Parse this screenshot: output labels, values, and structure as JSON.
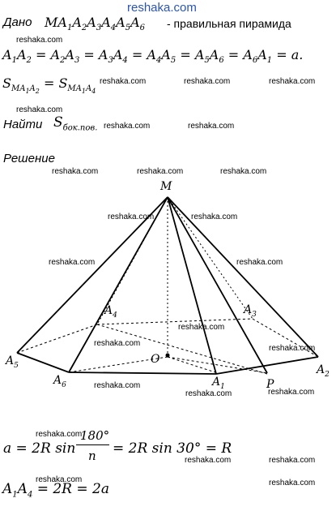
{
  "site": {
    "brand": "reshaka.com",
    "watermark": "reshaka.com"
  },
  "given": {
    "label": "Дано",
    "figure_sym": "MA",
    "figure_text": "- правильная пирамида",
    "eq_sides": "A1A2 = A2A3 = A3A4 = A4A5 = A5A6 = A6A1 = a",
    "eq_area": "S MA1A2 = S MA1A4"
  },
  "find": {
    "label": "Найти",
    "target": "S",
    "target_sub": "бок.пов."
  },
  "solution": {
    "label": "Решение"
  },
  "figure_labels": {
    "M": "M",
    "O": "O",
    "P": "P",
    "A1": "A",
    "A1n": "1",
    "A2": "A",
    "A2n": "2",
    "A3": "A",
    "A3n": "3",
    "A4": "A",
    "A4n": "4",
    "A5": "A",
    "A5n": "5",
    "A6": "A",
    "A6n": "6"
  },
  "formula1": {
    "lhs": "a = 2R sin",
    "num": "180°",
    "den": "n",
    "rhs": "= 2R sin 30° = R"
  },
  "formula2": "A1A4 = 2R = 2a",
  "colors": {
    "brand": "#2a54b8",
    "ink": "#000000"
  }
}
